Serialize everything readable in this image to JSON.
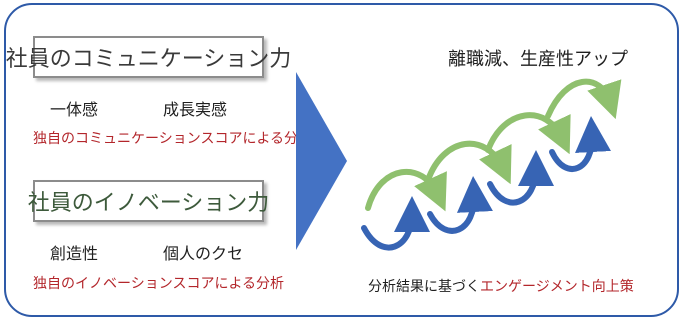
{
  "left": {
    "communication": {
      "heading": "社員のコミュニケーション力",
      "items": [
        "一体感",
        "成長実感"
      ],
      "analysis": "独自のコミュニケーションスコアによる分析"
    },
    "innovation": {
      "heading": "社員のイノベーション力",
      "items": [
        "創造性",
        "個人のクセ"
      ],
      "analysis": "独自のイノベーションスコアによる分析"
    }
  },
  "right": {
    "result": "離職減、生産性アップ",
    "basis_prefix": "分析結果に基づく",
    "basis_accent": "エンゲージメント向上策"
  },
  "colors": {
    "frame": "#2e5aa8",
    "arrow": "#4472c4",
    "wave_blue": "#3764b4",
    "wave_green": "#8fc06e",
    "accent_red": "#b3262b"
  }
}
